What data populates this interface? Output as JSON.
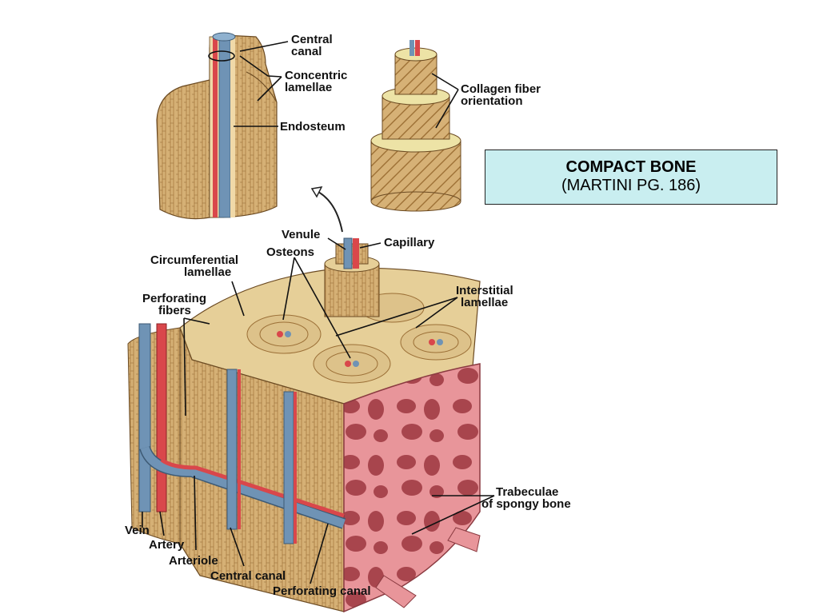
{
  "title_box": {
    "title": "COMPACT BONE",
    "subtitle": "(MARTINI PG. 186)"
  },
  "labels": {
    "central_canal_top": [
      "Central",
      "canal"
    ],
    "concentric_lamellae": [
      "Concentric",
      "lamellae"
    ],
    "endosteum": "Endosteum",
    "collagen_fiber_orientation": [
      "Collagen fiber",
      "orientation"
    ],
    "venule": "Venule",
    "osteons": "Osteons",
    "capillary": "Capillary",
    "circumferential_lamellae": [
      "Circumferential",
      "lamellae"
    ],
    "perforating_fibers": [
      "Perforating",
      "fibers"
    ],
    "interstitial_lamellae": [
      "Interstitial",
      "lamellae"
    ],
    "trabeculae": [
      "Trabeculae",
      "of spongy bone"
    ],
    "vein": "Vein",
    "artery": "Artery",
    "arteriole": "Arteriole",
    "central_canal_bottom": "Central canal",
    "perforating_canal": "Perforating canal"
  },
  "colors": {
    "bone": "#d9b77a",
    "bone_dark": "#b88a4a",
    "bone_light": "#f1e2b8",
    "vein": "#6f93b5",
    "artery": "#d9474b",
    "spongy": "#e58a8f",
    "spongy_dark": "#b9575e",
    "title_bg": "#c9eef0"
  }
}
